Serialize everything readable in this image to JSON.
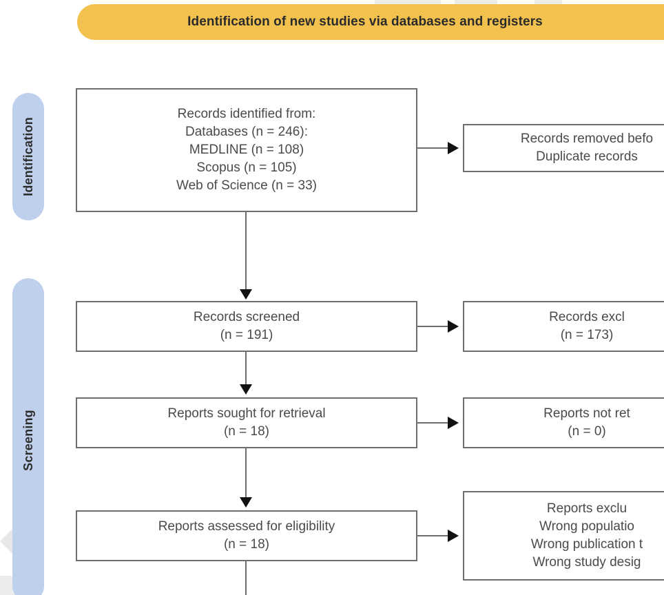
{
  "banner": {
    "title": "Identification of new studies via databases and registers",
    "color": "#f2c14e"
  },
  "stages": {
    "identification": {
      "label": "Identification",
      "color": "#bed0eb"
    },
    "screening": {
      "label": "Screening",
      "color": "#bed0eb"
    }
  },
  "boxes": {
    "identified": {
      "lines": [
        "Records identified from:",
        "Databases (n = 246):",
        "MEDLINE (n =  108)",
        "Scopus (n =  105)",
        "Web of Science (n =  33)"
      ]
    },
    "removed": {
      "lines": [
        "Records removed befo",
        "Duplicate records"
      ]
    },
    "screened": {
      "lines": [
        "Records screened",
        "(n = 191)"
      ]
    },
    "records_excluded": {
      "lines": [
        "Records excl",
        "(n = 173)"
      ]
    },
    "sought": {
      "lines": [
        "Reports sought for retrieval",
        "(n = 18)"
      ]
    },
    "not_retrieved": {
      "lines": [
        "Reports not ret",
        "(n = 0)"
      ]
    },
    "assessed": {
      "lines": [
        "Reports assessed for eligibility",
        "(n = 18)"
      ]
    },
    "reports_excluded": {
      "lines": [
        "Reports exclu",
        "Wrong populatio",
        "Wrong publication t",
        "Wrong study desig"
      ]
    }
  }
}
